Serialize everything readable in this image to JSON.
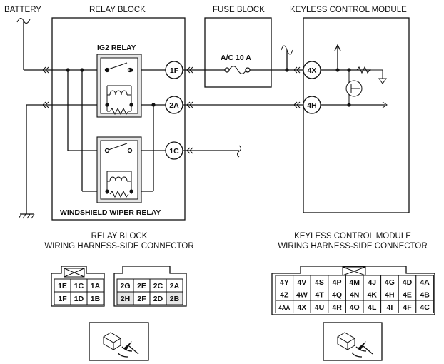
{
  "labels": {
    "battery": "BATTERY",
    "relay_block": "RELAY BLOCK",
    "fuse_block": "FUSE BLOCK",
    "keyless_module": "KEYLESS CONTROL MODULE",
    "ig2_relay": "IG2 RELAY",
    "wiper_relay": "WINDSHIELD WIPER RELAY",
    "fuse": "A/C 10 A"
  },
  "terminals": {
    "t1f": "1F",
    "t2a": "2A",
    "t1c": "1C",
    "t4x": "4X",
    "t4h": "4H"
  },
  "connectors": {
    "relay_title_1": "RELAY BLOCK",
    "relay_title_2": "WIRING HARNESS-SIDE CONNECTOR",
    "keyless_title_1": "KEYLESS CONTROL MODULE",
    "keyless_title_2": "WIRING HARNESS-SIDE CONNECTOR",
    "relay_left": [
      "1E",
      "1C",
      "1A",
      "1F",
      "1D",
      "1B"
    ],
    "relay_right": [
      "2G",
      "2E",
      "2C",
      "2A",
      "2H",
      "2F",
      "2D",
      "2B"
    ],
    "keyless": [
      [
        "4Y",
        "4V",
        "4S",
        "4P",
        "4M",
        "4J",
        "4G",
        "4D",
        "4A"
      ],
      [
        "4Z",
        "4W",
        "4T",
        "4Q",
        "4N",
        "4K",
        "4H",
        "4E",
        "4B"
      ],
      [
        "4AA",
        "4X",
        "4U",
        "4R",
        "4O",
        "4L",
        "4I",
        "4F",
        "4C"
      ]
    ]
  }
}
